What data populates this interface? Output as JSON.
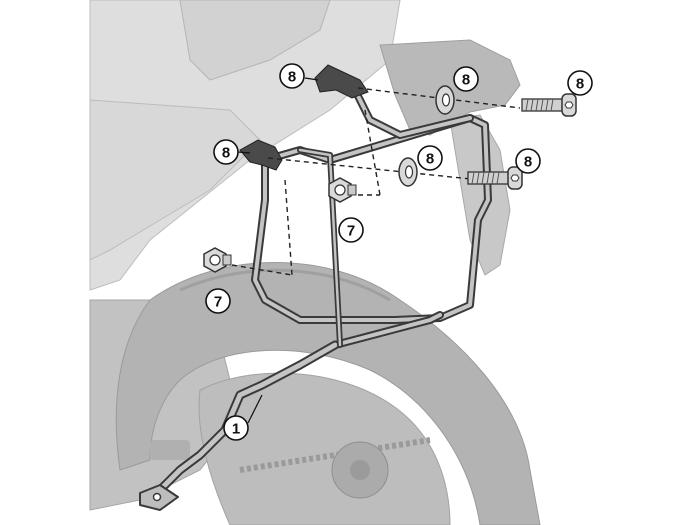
{
  "colors": {
    "background": "#ffffff",
    "bike_body": "#cfcfcf",
    "bike_dark": "#a9a9a9",
    "bike_shadow": "#8e8e8e",
    "frame_stroke": "#3a3a3a",
    "frame_fill": "#bdbdbd",
    "pad": "#4a4a4a",
    "callout_stroke": "#111111"
  },
  "callouts": [
    {
      "id": "c1",
      "label": "8"
    },
    {
      "id": "c2",
      "label": "8"
    },
    {
      "id": "c3",
      "label": "8"
    },
    {
      "id": "c4",
      "label": "8"
    },
    {
      "id": "c5",
      "label": "8"
    },
    {
      "id": "c6",
      "label": "8"
    },
    {
      "id": "c7",
      "label": "7"
    },
    {
      "id": "c8",
      "label": "7"
    },
    {
      "id": "c9",
      "label": "1"
    }
  ],
  "icons": {
    "bolt": "bolt-icon",
    "washer": "washer-icon",
    "nut": "nut-icon",
    "rubber_pad": "rubber-pad-icon"
  }
}
